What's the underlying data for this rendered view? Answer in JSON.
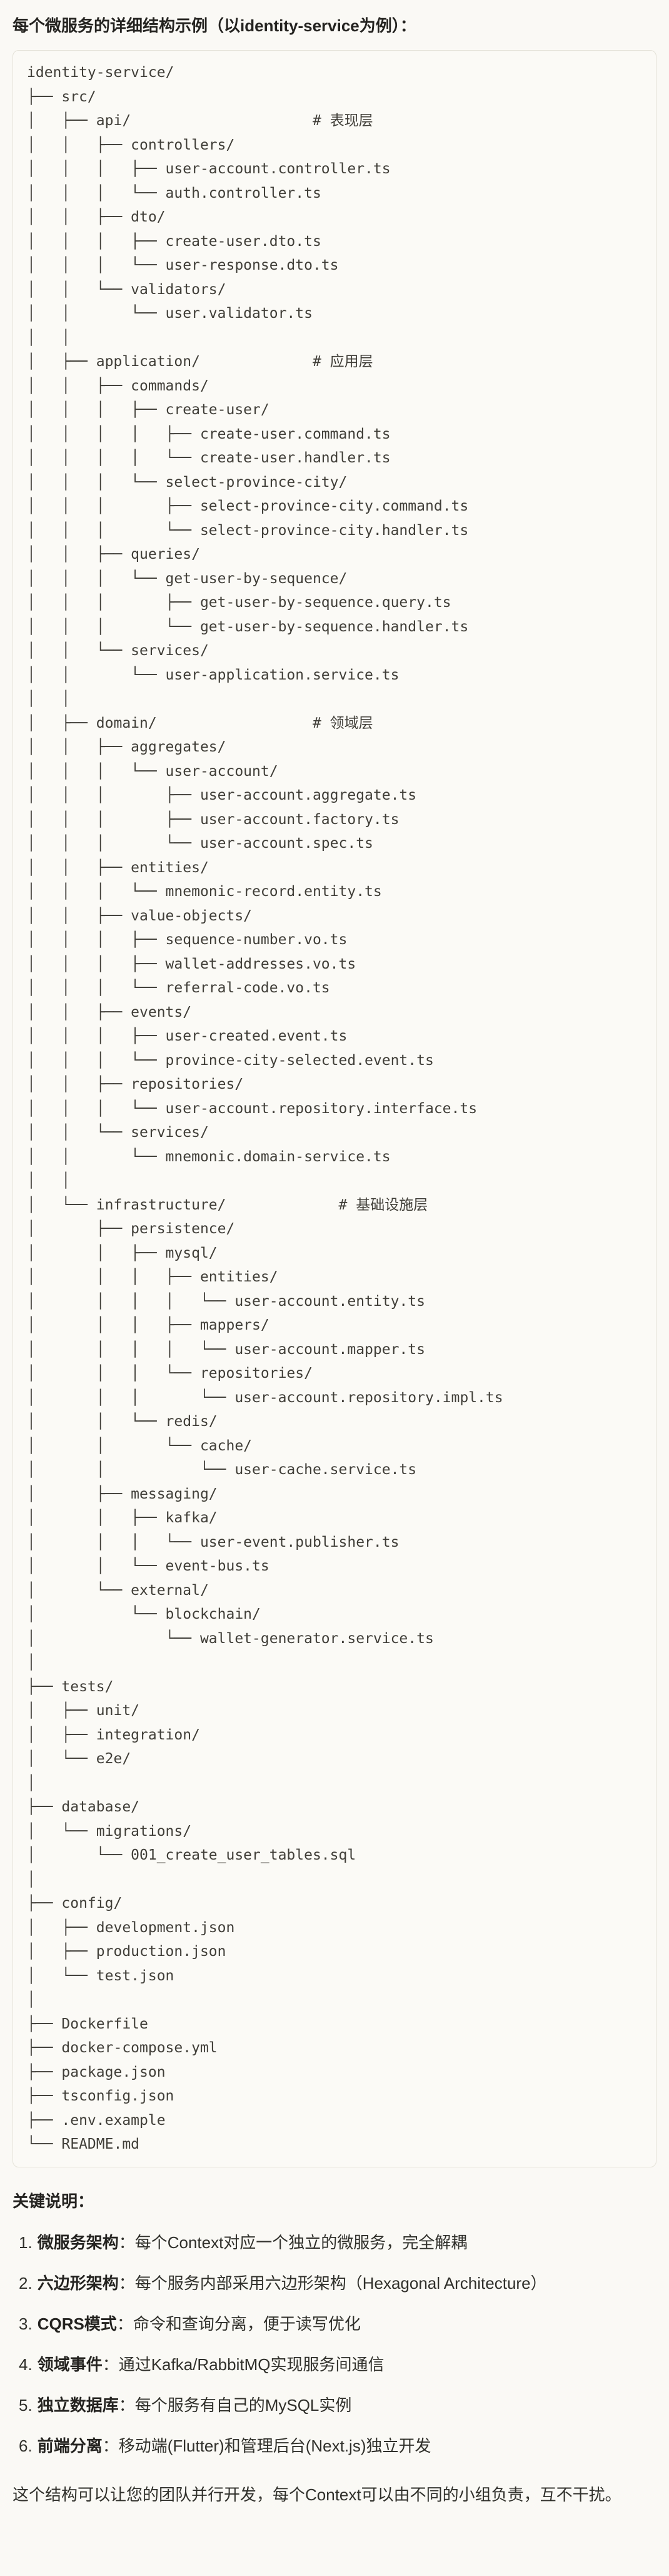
{
  "theme": {
    "page_background": "#FAF9F5",
    "code_background": "#FBFAF6",
    "code_border": "#E4E2D8",
    "text_color": "#30302B"
  },
  "page": {
    "title": "每个微服务的详细结构示例（以identity-service为例）："
  },
  "tree": {
    "root": "identity-service/",
    "lines": [
      "identity-service/",
      "├── src/",
      "│   ├── api/                     # 表现层",
      "│   │   ├── controllers/",
      "│   │   │   ├── user-account.controller.ts",
      "│   │   │   └── auth.controller.ts",
      "│   │   ├── dto/",
      "│   │   │   ├── create-user.dto.ts",
      "│   │   │   └── user-response.dto.ts",
      "│   │   └── validators/",
      "│   │       └── user.validator.ts",
      "│   │",
      "│   ├── application/             # 应用层",
      "│   │   ├── commands/",
      "│   │   │   ├── create-user/",
      "│   │   │   │   ├── create-user.command.ts",
      "│   │   │   │   └── create-user.handler.ts",
      "│   │   │   └── select-province-city/",
      "│   │   │       ├── select-province-city.command.ts",
      "│   │   │       └── select-province-city.handler.ts",
      "│   │   ├── queries/",
      "│   │   │   └── get-user-by-sequence/",
      "│   │   │       ├── get-user-by-sequence.query.ts",
      "│   │   │       └── get-user-by-sequence.handler.ts",
      "│   │   └── services/",
      "│   │       └── user-application.service.ts",
      "│   │",
      "│   ├── domain/                  # 领域层",
      "│   │   ├── aggregates/",
      "│   │   │   └── user-account/",
      "│   │   │       ├── user-account.aggregate.ts",
      "│   │   │       ├── user-account.factory.ts",
      "│   │   │       └── user-account.spec.ts",
      "│   │   ├── entities/",
      "│   │   │   └── mnemonic-record.entity.ts",
      "│   │   ├── value-objects/",
      "│   │   │   ├── sequence-number.vo.ts",
      "│   │   │   ├── wallet-addresses.vo.ts",
      "│   │   │   └── referral-code.vo.ts",
      "│   │   ├── events/",
      "│   │   │   ├── user-created.event.ts",
      "│   │   │   └── province-city-selected.event.ts",
      "│   │   ├── repositories/",
      "│   │   │   └── user-account.repository.interface.ts",
      "│   │   └── services/",
      "│   │       └── mnemonic.domain-service.ts",
      "│   │",
      "│   └── infrastructure/             # 基础设施层",
      "│       ├── persistence/",
      "│       │   ├── mysql/",
      "│       │   │   ├── entities/",
      "│       │   │   │   └── user-account.entity.ts",
      "│       │   │   ├── mappers/",
      "│       │   │   │   └── user-account.mapper.ts",
      "│       │   │   └── repositories/",
      "│       │   │       └── user-account.repository.impl.ts",
      "│       │   └── redis/",
      "│       │       └── cache/",
      "│       │           └── user-cache.service.ts",
      "│       ├── messaging/",
      "│       │   ├── kafka/",
      "│       │   │   └── user-event.publisher.ts",
      "│       │   └── event-bus.ts",
      "│       └── external/",
      "│           └── blockchain/",
      "│               └── wallet-generator.service.ts",
      "│",
      "├── tests/",
      "│   ├── unit/",
      "│   ├── integration/",
      "│   └── e2e/",
      "│",
      "├── database/",
      "│   └── migrations/",
      "│       └── 001_create_user_tables.sql",
      "│",
      "├── config/",
      "│   ├── development.json",
      "│   ├── production.json",
      "│   └── test.json",
      "│",
      "├── Dockerfile",
      "├── docker-compose.yml",
      "├── package.json",
      "├── tsconfig.json",
      "├── .env.example",
      "└── README.md"
    ]
  },
  "notes": {
    "heading": "关键说明：",
    "items": [
      {
        "num": "1.",
        "term": "微服务架构",
        "rest": "：每个Context对应一个独立的微服务，完全解耦"
      },
      {
        "num": "2.",
        "term": "六边形架构",
        "rest": "：每个服务内部采用六边形架构（Hexagonal Architecture）"
      },
      {
        "num": "3.",
        "term": "CQRS模式",
        "rest": "：命令和查询分离，便于读写优化"
      },
      {
        "num": "4.",
        "term": "领域事件",
        "rest": "：通过Kafka/RabbitMQ实现服务间通信"
      },
      {
        "num": "5.",
        "term": "独立数据库",
        "rest": "：每个服务有自己的MySQL实例"
      },
      {
        "num": "6.",
        "term": "前端分离",
        "rest": "：移动端(Flutter)和管理后台(Next.js)独立开发"
      }
    ],
    "closing": "这个结构可以让您的团队并行开发，每个Context可以由不同的小组负责，互不干扰。"
  }
}
